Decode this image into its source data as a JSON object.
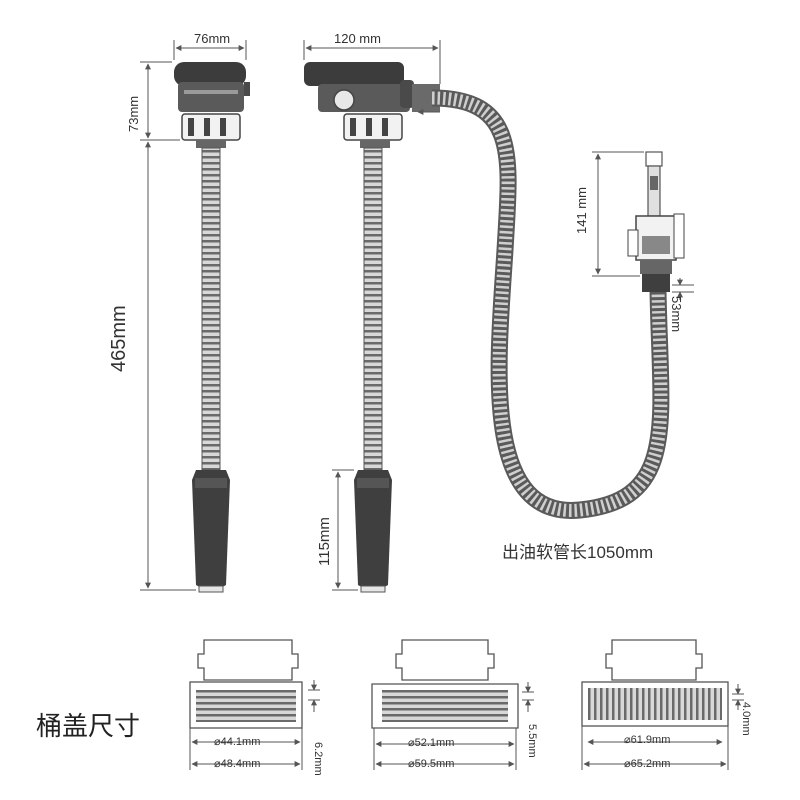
{
  "dimensions": {
    "top_width_left": "76mm",
    "top_height_left": "73mm",
    "total_length": "465mm",
    "top_width_right": "120 mm",
    "handle_length": "115mm",
    "nozzle_length": "141 mm",
    "nozzle_base": "53mm",
    "hose_length": "出油软管长1050mm"
  },
  "cap_section": {
    "title": "桶盖尺寸",
    "caps": [
      {
        "inner": "⌀44.1mm",
        "outer": "⌀48.4mm",
        "thread": "6.2mm"
      },
      {
        "inner": "⌀52.1mm",
        "outer": "⌀59.5mm",
        "thread": "5.5mm"
      },
      {
        "inner": "⌀61.9mm",
        "outer": "⌀65.2mm",
        "thread": "4.0mm"
      }
    ]
  },
  "colors": {
    "line": "#555555",
    "dark": "#3a3a3a",
    "mid": "#6b6b6b",
    "hose": "#8a8a8a"
  }
}
